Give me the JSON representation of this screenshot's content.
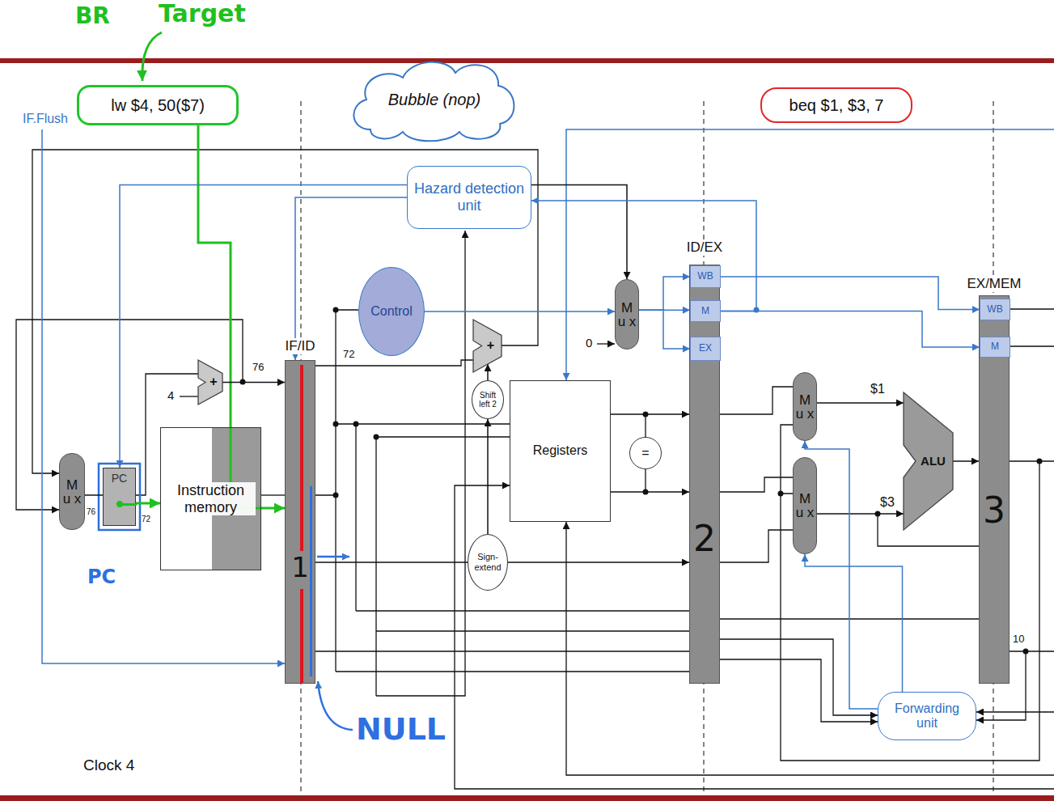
{
  "diagram": {
    "nodes": [
      {
        "text": [
          "lw $4, 50($7)"
        ]
      },
      {
        "text": [
          "Bubble (nop)"
        ]
      },
      {
        "text": [
          "beq $1, $3, 7"
        ]
      },
      {
        "text": [
          "Hazard detection unit"
        ]
      },
      {
        "text": [
          "Control"
        ]
      },
      {
        "text": [
          "M u x"
        ]
      },
      {
        "text": [
          "ID/EX",
          "2"
        ]
      },
      {
        "text": [
          "WB"
        ],
        "in": 6
      },
      {
        "text": [
          "M"
        ],
        "in": 6
      },
      {
        "text": [
          "EX"
        ],
        "in": 6
      },
      {
        "text": [
          "EX/MEM",
          "3"
        ]
      },
      {
        "text": [
          "WB"
        ],
        "in": 10
      },
      {
        "text": [
          "M"
        ],
        "in": 10
      },
      {
        "text": [
          "IF/ID",
          "1"
        ]
      },
      {
        "text": [
          "+"
        ]
      },
      {
        "text": [
          "+"
        ]
      },
      {
        "text": [
          "Shift left 2"
        ]
      },
      {
        "text": [
          "Registers"
        ]
      },
      {
        "text": [
          "="
        ]
      },
      {
        "text": [
          "M u x"
        ]
      },
      {
        "text": [
          "PC"
        ]
      },
      {
        "text": [
          "Instruction memory"
        ]
      },
      {
        "text": [
          "Sign-extend"
        ]
      },
      {
        "text": [
          "M u x"
        ]
      },
      {
        "text": [
          "M u x"
        ]
      },
      {
        "text": [
          "ALU"
        ]
      },
      {
        "text": [
          "Forwarding unit"
        ]
      }
    ],
    "edges": [
      {
        "from": 0,
        "to": 13,
        "arrow": "to"
      },
      {
        "from": 20,
        "to": 21,
        "arrow": "to"
      },
      {
        "from": 19,
        "to": 20,
        "arrow": "none"
      },
      {
        "from": 14,
        "to": 13,
        "arrow": "to"
      },
      {
        "from": 3,
        "to": 5,
        "arrow": "to"
      },
      {
        "from": 4,
        "to": 5,
        "arrow": "to"
      },
      {
        "from": 5,
        "to": 7,
        "arrow": "to"
      },
      {
        "from": 5,
        "to": 8,
        "arrow": "to"
      },
      {
        "from": 5,
        "to": 9,
        "arrow": "to"
      },
      {
        "from": 3,
        "to": 13,
        "arrow": "to"
      },
      {
        "from": 3,
        "to": 20,
        "arrow": "to"
      },
      {
        "from": 17,
        "to": 6,
        "arrow": "to"
      },
      {
        "from": 17,
        "to": 6,
        "arrow": "to"
      },
      {
        "from": 22,
        "to": 6,
        "arrow": "to"
      },
      {
        "from": 16,
        "to": 15,
        "arrow": "to"
      },
      {
        "from": 23,
        "to": 25,
        "arrow": "to"
      },
      {
        "from": 24,
        "to": 25,
        "arrow": "to"
      },
      {
        "from": 26,
        "to": 23,
        "arrow": "to"
      },
      {
        "from": 26,
        "to": 24,
        "arrow": "to"
      },
      {
        "from": 25,
        "to": 10,
        "arrow": "to"
      },
      {
        "from": 8,
        "to": 3,
        "arrow": "to"
      },
      {
        "from": 7,
        "to": 11,
        "arrow": "to"
      },
      {
        "from": 8,
        "to": 12,
        "arrow": "to"
      },
      {
        "from": 22,
        "to": 16,
        "arrow": "to"
      }
    ],
    "labels": [
      "BR",
      "Target",
      "IF.Flush",
      "72",
      "76",
      "4",
      "0",
      "76",
      "72",
      "PC",
      "$1",
      "$3",
      "10",
      "NULL",
      "Clock 4"
    ]
  }
}
